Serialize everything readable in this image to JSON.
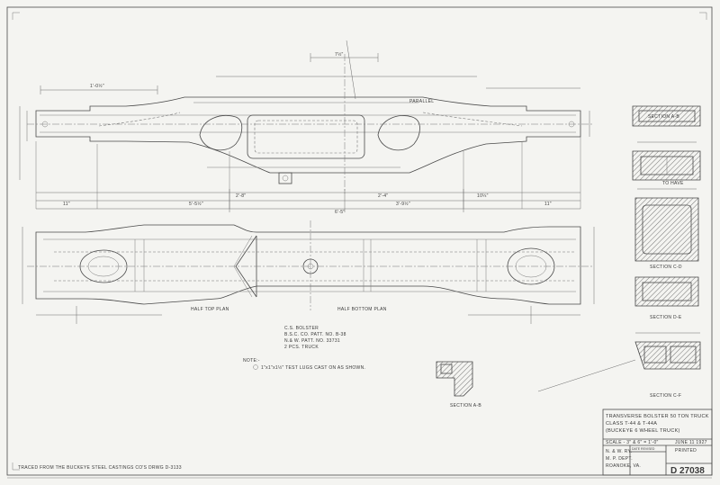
{
  "views": {
    "half_top_plan": "HALF TOP PLAN",
    "half_bottom_plan": "HALF BOTTOM PLAN",
    "section_ab": "SECTION A-B",
    "section_ab_right": "SECTION A-B",
    "section_cd": "SECTION C-D",
    "section_cf": "SECTION C-F",
    "section_de": "SECTION D-E"
  },
  "dimensions": {
    "overall": "6'-5\"",
    "left_half": "5'-5½\"",
    "right_half": "3'-9½\"",
    "center_left": "2'-8\"",
    "center_right": "2'-4\"",
    "end_left": "11\"",
    "end_right": "11\"",
    "center_mid": "10¼\"",
    "top_dim": "7½\"",
    "mid_dim": "1'-0½\""
  },
  "callouts": {
    "parallel": "PARALLEL",
    "to_have": "TO HAVE"
  },
  "notes": {
    "list": [
      "C.S. BOLSTER",
      "B.S.C. CO. PATT. NO. B-38",
      "N.& W. PATT. NO. 33731",
      "2 PCS. TRUCK"
    ],
    "note_label": "NOTE:-",
    "note_text": "1\"x1\"x1½\" TEST LUGS CAST ON AS SHOWN."
  },
  "title_block": {
    "line1": "TRANSVERSE BOLSTER 50 TON TRUCK",
    "line2": "CLASS T-44 & T-44A",
    "line3": "(BUCKEYE 6 WHEEL TRUCK)",
    "scale": "SCALE - 3\" & 6\" = 1'-0\"",
    "date": "JUNE 11 1927",
    "company": "N. & W. RY.",
    "dept": "M. P. DEPT.",
    "city": "ROANOKE, VA.",
    "date_revised_label": "DATE REVISED",
    "printed": "PRINTED",
    "drawing_no": "D 27038"
  },
  "traced_note": "TRACED FROM THE BUCKEYE STEEL CASTINGS CO'S DRWG D-3133"
}
